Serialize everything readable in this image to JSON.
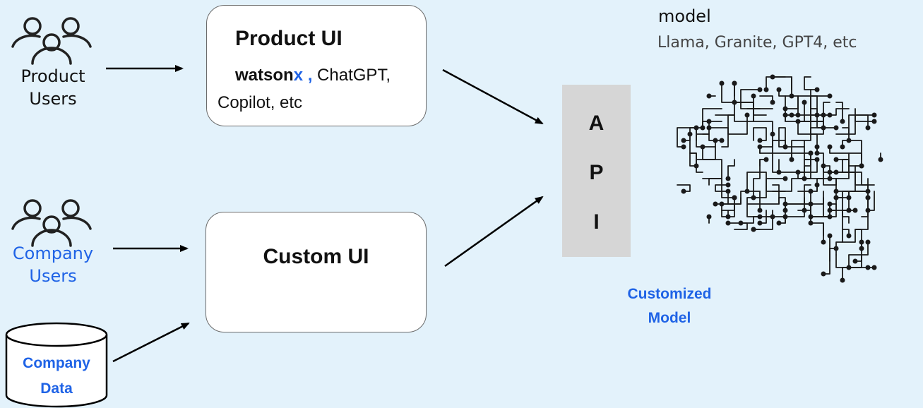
{
  "product_users": {
    "line1": "Product",
    "line2": "Users"
  },
  "company_users": {
    "line1": "Company",
    "line2": "Users"
  },
  "company_data": {
    "line1": "Company",
    "line2": "Data"
  },
  "product_ui": {
    "title": "Product UI",
    "brand_prefix": "watson",
    "brand_suffix": "x ,",
    "line1_rest": " ChatGPT,",
    "line2": "Copilot, etc"
  },
  "custom_ui": {
    "title": "Custom UI"
  },
  "api": {
    "letters": [
      "A",
      "P",
      "I"
    ]
  },
  "model": {
    "title": "model",
    "examples": "Llama, Granite, GPT4, etc"
  },
  "customized_model": {
    "line1": "Customized",
    "line2": "Model"
  },
  "colors": {
    "background": "#e3f2fb",
    "accent_blue": "#1f63e6",
    "api_fill": "#d6d6d6"
  },
  "icons": [
    "people-group-icon",
    "database-cylinder-icon",
    "circuit-brain-icon"
  ]
}
